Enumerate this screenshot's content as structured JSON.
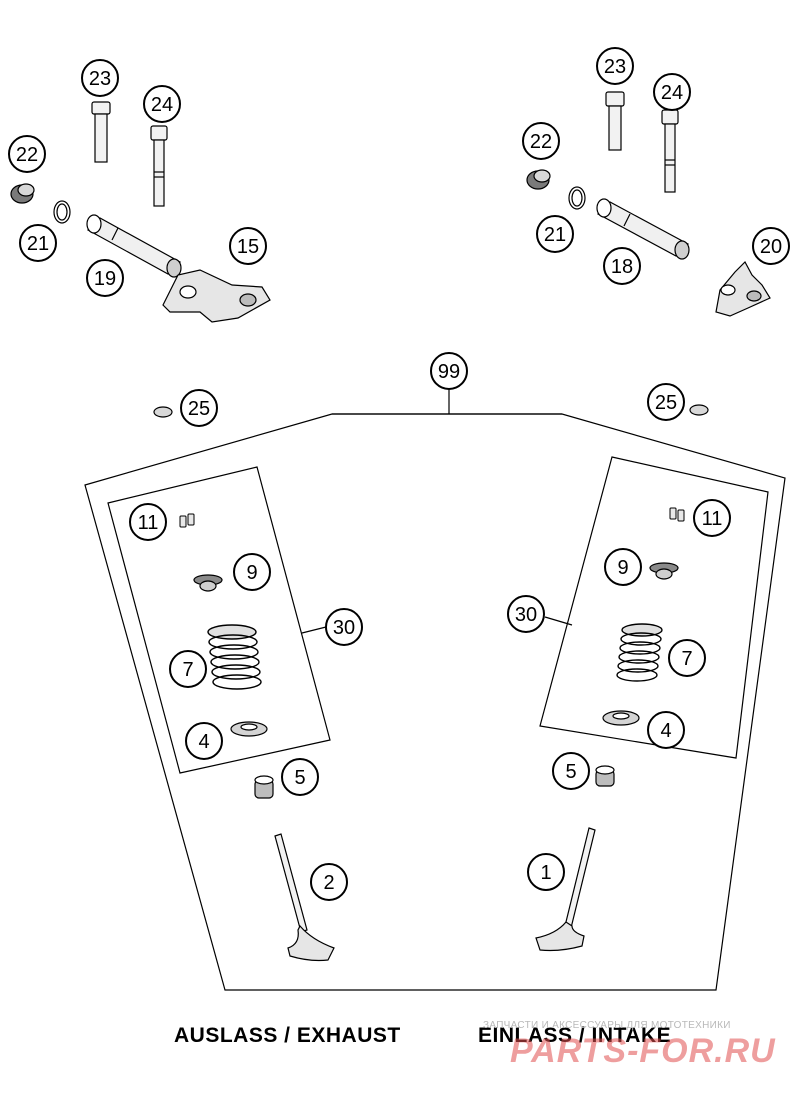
{
  "callouts": [
    {
      "id": "c23a",
      "label": "23"
    },
    {
      "id": "c24a",
      "label": "24"
    },
    {
      "id": "c22a",
      "label": "22"
    },
    {
      "id": "c21a",
      "label": "21"
    },
    {
      "id": "c19",
      "label": "19"
    },
    {
      "id": "c15",
      "label": "15"
    },
    {
      "id": "c23b",
      "label": "23"
    },
    {
      "id": "c24b",
      "label": "24"
    },
    {
      "id": "c22b",
      "label": "22"
    },
    {
      "id": "c21b",
      "label": "21"
    },
    {
      "id": "c18",
      "label": "18"
    },
    {
      "id": "c20",
      "label": "20"
    },
    {
      "id": "c99",
      "label": "99"
    },
    {
      "id": "c25a",
      "label": "25"
    },
    {
      "id": "c25b",
      "label": "25"
    },
    {
      "id": "c11a",
      "label": "11"
    },
    {
      "id": "c9a",
      "label": "9"
    },
    {
      "id": "c30a",
      "label": "30"
    },
    {
      "id": "c7a",
      "label": "7"
    },
    {
      "id": "c4a",
      "label": "4"
    },
    {
      "id": "c5a",
      "label": "5"
    },
    {
      "id": "c2",
      "label": "2"
    },
    {
      "id": "c11b",
      "label": "11"
    },
    {
      "id": "c9b",
      "label": "9"
    },
    {
      "id": "c30b",
      "label": "30"
    },
    {
      "id": "c7b",
      "label": "7"
    },
    {
      "id": "c4b",
      "label": "4"
    },
    {
      "id": "c5b",
      "label": "5"
    },
    {
      "id": "c1",
      "label": "1"
    }
  ],
  "captions": {
    "exhaust": "AUSLASS / EXHAUST",
    "intake": "EINLASS / INTAKE"
  },
  "watermark": {
    "tagline": "ЗАПЧАСТИ И АКСЕССУАРЫ ДЛЯ МОТОТЕХНИКИ",
    "logo": "PARTS-FOR.RU"
  }
}
